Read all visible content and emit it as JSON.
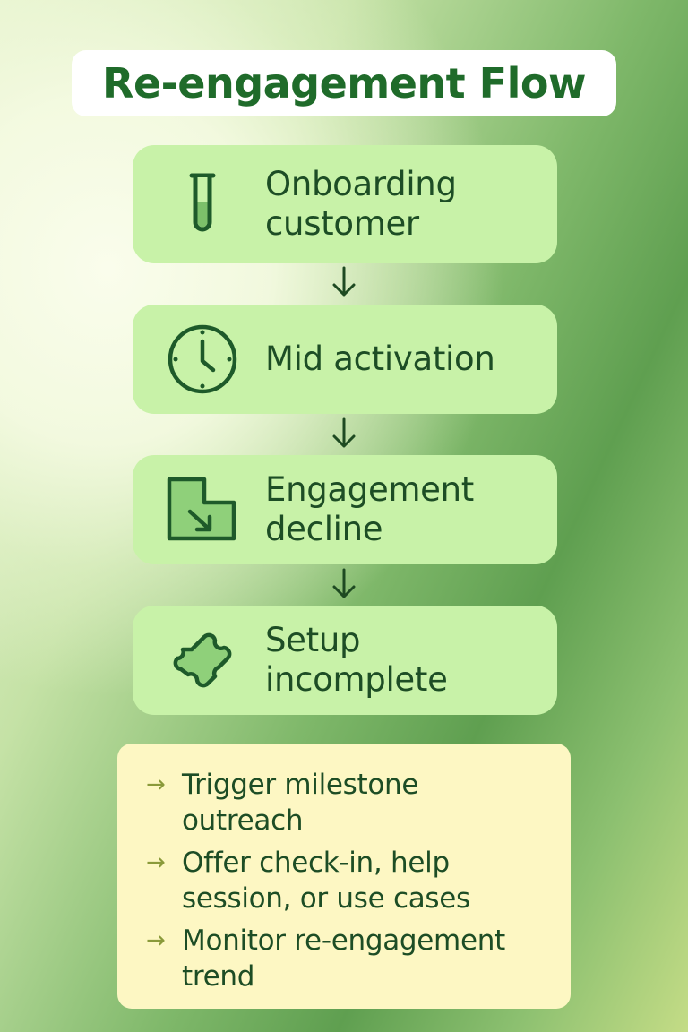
{
  "title": "Re-engagement Flow",
  "steps": [
    {
      "icon": "test-tube-icon",
      "label_line1": "Onboarding",
      "label_line2": "customer"
    },
    {
      "icon": "clock-icon",
      "label_line1": "Mid activation",
      "label_line2": ""
    },
    {
      "icon": "decline-arrow-icon",
      "label_line1": "Engagement",
      "label_line2": "decline"
    },
    {
      "icon": "puzzle-piece-icon",
      "label_line1": "Setup",
      "label_line2": "incomplete"
    }
  ],
  "actions": [
    {
      "line1": "Trigger milestone",
      "line2": "outreach"
    },
    {
      "line1": "Offer check-in, help",
      "line2": "session, or use cases"
    },
    {
      "line1": "Monitor re-engagement",
      "line2": "trend"
    }
  ],
  "action_bullet": "→",
  "colors": {
    "title_text": "#1f6b2a",
    "step_box": "#c8f2a8",
    "step_text": "#1d4d25",
    "icon_stroke": "#1e5a2a",
    "actions_box": "#fdf7c3"
  }
}
